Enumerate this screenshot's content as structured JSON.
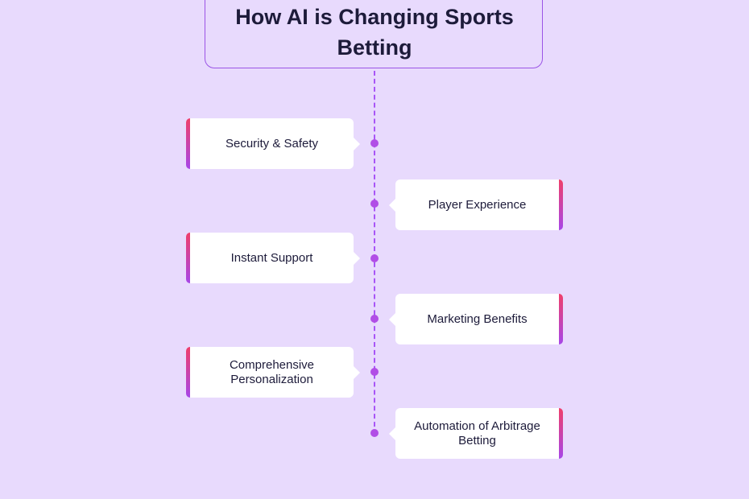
{
  "title": "How AI is Changing Sports Betting",
  "items": [
    {
      "label": "Security & Safety",
      "side": "left"
    },
    {
      "label": "Player Experience",
      "side": "right"
    },
    {
      "label": "Instant Support",
      "side": "left"
    },
    {
      "label": "Marketing Benefits",
      "side": "right"
    },
    {
      "label": "Comprehensive Personalization",
      "side": "left"
    },
    {
      "label": "Automation of Arbitrage Betting",
      "side": "right"
    }
  ],
  "colors": {
    "background": "#e8dafd",
    "accent": "#a855f7",
    "gradient_top": "#ef3f6a",
    "gradient_bottom": "#a746e8",
    "text": "#1d1b3a"
  }
}
